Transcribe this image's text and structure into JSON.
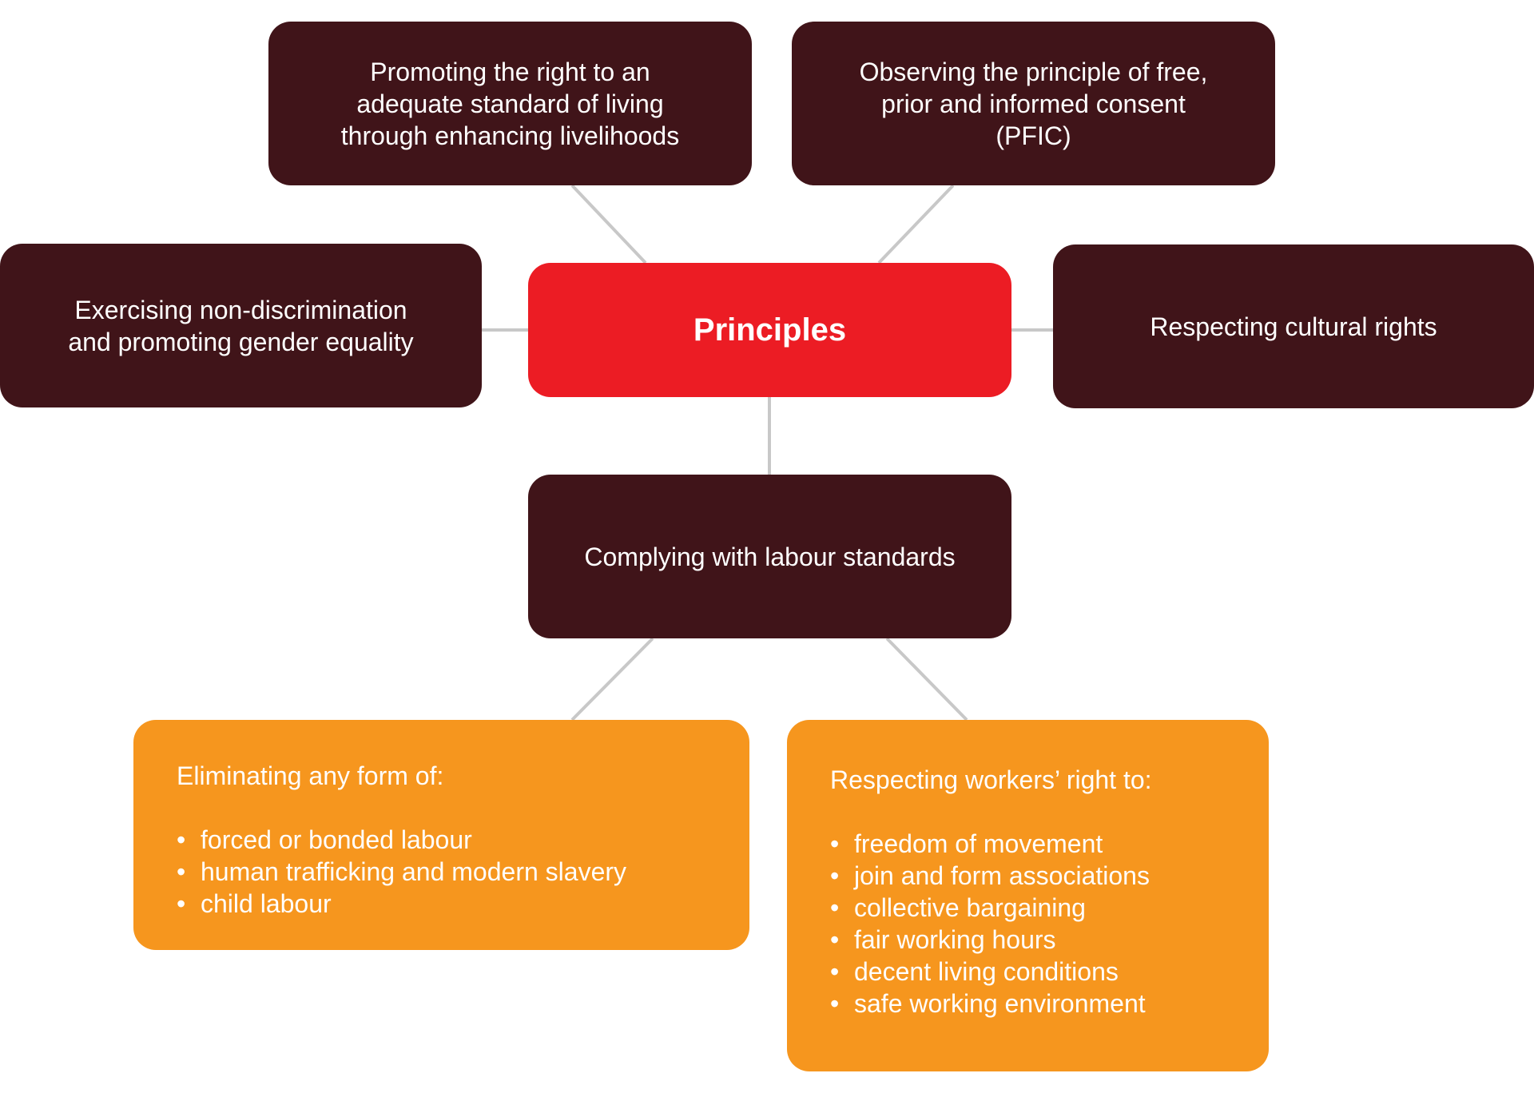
{
  "center": {
    "label": "Principles"
  },
  "top_left": {
    "lines": [
      "Promoting the right to an",
      "adequate standard of living",
      "through enhancing livelihoods"
    ]
  },
  "top_right": {
    "lines": [
      "Observing the principle of free,",
      "prior and informed consent",
      "(PFIC)"
    ]
  },
  "left": {
    "lines": [
      "Exercising non-discrimination",
      "and promoting gender equality"
    ]
  },
  "right": {
    "label": "Respecting cultural rights"
  },
  "labour": {
    "label": "Complying with labour standards"
  },
  "eliminate": {
    "heading": "Eliminating any form of:",
    "items": [
      "forced or bonded labour",
      "human trafficking and modern slavery",
      "child labour"
    ]
  },
  "workers": {
    "heading": "Respecting workers’ right to:",
    "items": [
      "freedom of movement",
      "join and form associations",
      "collective bargaining",
      "fair working hours",
      "decent living conditions",
      "safe working environment"
    ]
  },
  "colors": {
    "dark_node": "#401419",
    "center_node": "#ec1c24",
    "list_node": "#f6961e",
    "connector": "#c8c8c8"
  }
}
